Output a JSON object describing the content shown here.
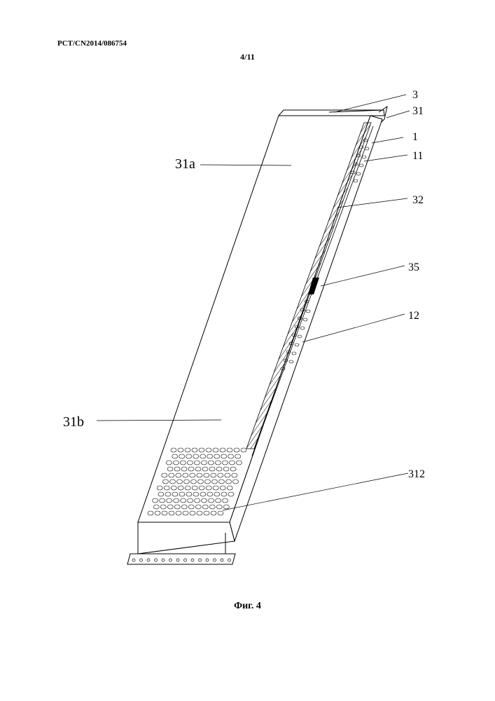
{
  "header": {
    "publication_number": "PCT/CN2014/086754",
    "sheet_number": "4/11"
  },
  "figure": {
    "caption": "Фиг. 4",
    "labels": [
      "3",
      "31",
      "1",
      "11",
      "31a",
      "32",
      "35",
      "12",
      "31b",
      "312"
    ]
  }
}
